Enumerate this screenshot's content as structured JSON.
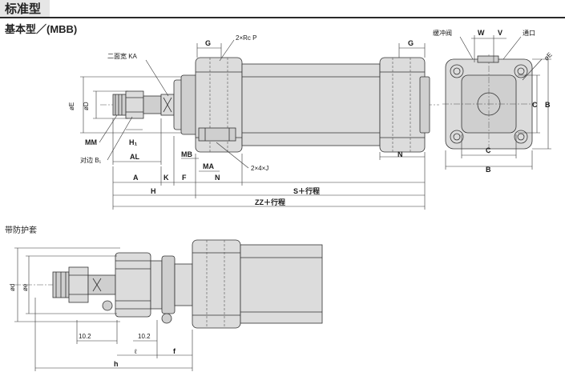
{
  "header": {
    "title": "标准型"
  },
  "subtitle": "基本型／(MBB)",
  "section_boot": "带防护套",
  "labels": {
    "G_left": "G",
    "port": "2×Rc P",
    "G_right": "G",
    "across_flats_ka": "二面宽 KA",
    "cushion_valve": "缓冲阀",
    "W": "W",
    "V": "V",
    "vent": "通口",
    "phiE_side": "øE",
    "phiE_left": "øE",
    "phiD": "øD",
    "MM": "MM",
    "H1": "H₁",
    "across_flats_b1": "对边 B₁",
    "AL": "AL",
    "MB": "MB",
    "MA": "MA",
    "J": "2×4×J",
    "N_mid": "N",
    "N_right": "N",
    "A": "A",
    "K": "K",
    "F": "F",
    "H": "H",
    "S": "S＋行程",
    "ZZ": "ZZ＋行程",
    "C_bottom": "C",
    "B_bottom": "B",
    "C_side": "C",
    "B_side": "B",
    "phid": "ød",
    "phie": "øe",
    "dim_102a": "10.2",
    "dim_102b": "10.2",
    "ell": "ℓ",
    "f": "f",
    "h": "h"
  }
}
